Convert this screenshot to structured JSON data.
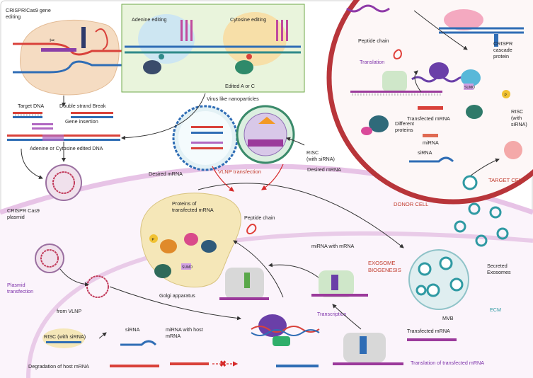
{
  "labels": {
    "crispr_cas9_gene_editing": [
      "CRISPR/Cas9 gene",
      "editing"
    ],
    "adenine_editing": "Adenine editing",
    "cytosine_editing": "Cytosine editing",
    "edited_a_or_c": "Edited A or C",
    "target_dna": "Target DNA",
    "double_strand_break": "Double strand Break",
    "gene_insertion": "Gene insertion",
    "adenine_cytosine_edited_dna": "Adenine or Cytosine edited DNA",
    "crispr_cas9_plasmid": [
      "CRISPR Cas9",
      "plasmid"
    ],
    "plasmid_transfection": [
      "Plasmid",
      "transfection"
    ],
    "virus_like_nanoparticles": "Virus like nanoparticles",
    "desired_mrna_left": "Desired mRNA",
    "desired_mrna_right": "Desired mRNA",
    "risc_with_sirna_vlnp": [
      "RISC",
      "(with siRNA)"
    ],
    "vlnp_transfection": "VLNP transfection",
    "peptide_chain_top": "Peptide chain",
    "translation": "Translation",
    "crispr_cascade_protein": [
      "CRISPR",
      "cascade",
      "protein"
    ],
    "risc_with_sirna_target": [
      "RISC",
      "(with",
      "siRNA)"
    ],
    "different_proteins": [
      "Different",
      "proteins"
    ],
    "transfected_mrna_top": "Transfected mRNA",
    "mirna": "miRNA",
    "sirna_top": "siRNA",
    "target_cell": "TARGET CELL",
    "donor_cell": "DONOR CELL",
    "proteins_of_transfected_mrna": [
      "Proteins of",
      "transfected mRNA"
    ],
    "peptide_chain_mid": "Peptide chain",
    "mirna_with_mrna": "miRNA with mRNA",
    "exosome_biogenesis": [
      "EXOSOME",
      "BIOGENESIS"
    ],
    "secreted_exosomes": [
      "Secreted",
      "Exosomes"
    ],
    "golgi_apparatus": "Golgi apparatus",
    "transcription": "Transcription",
    "mvb": "MVB",
    "ecm": "ECM",
    "from_vlnp": "from VLNP",
    "risc_with_sirna_bottom": "RISC (with siRNA)",
    "sirna_bottom": "siRNA",
    "mirna_with_host_mrna": [
      "miRNA with host",
      "mRNA"
    ],
    "degradation_of_host_mrna": "Degradation of host mRNA",
    "transfected_mrna_bottom": "Transfected mRNA",
    "translation_of_transfected_mrna": "Translation of transfected mRNA"
  },
  "icon_tags": {
    "p_badge": "P",
    "sumo_badge": "SUMO"
  },
  "colors": {
    "dna_red": "#d9413a",
    "dna_blue": "#2f6db5",
    "membrane_pink": "#e8c3e6",
    "target_cell_red": "#b8353a",
    "accent_purple": "#7b2fa8",
    "accent_red_text": "#c0392b",
    "ecm_teal": "#2f9aa3"
  }
}
